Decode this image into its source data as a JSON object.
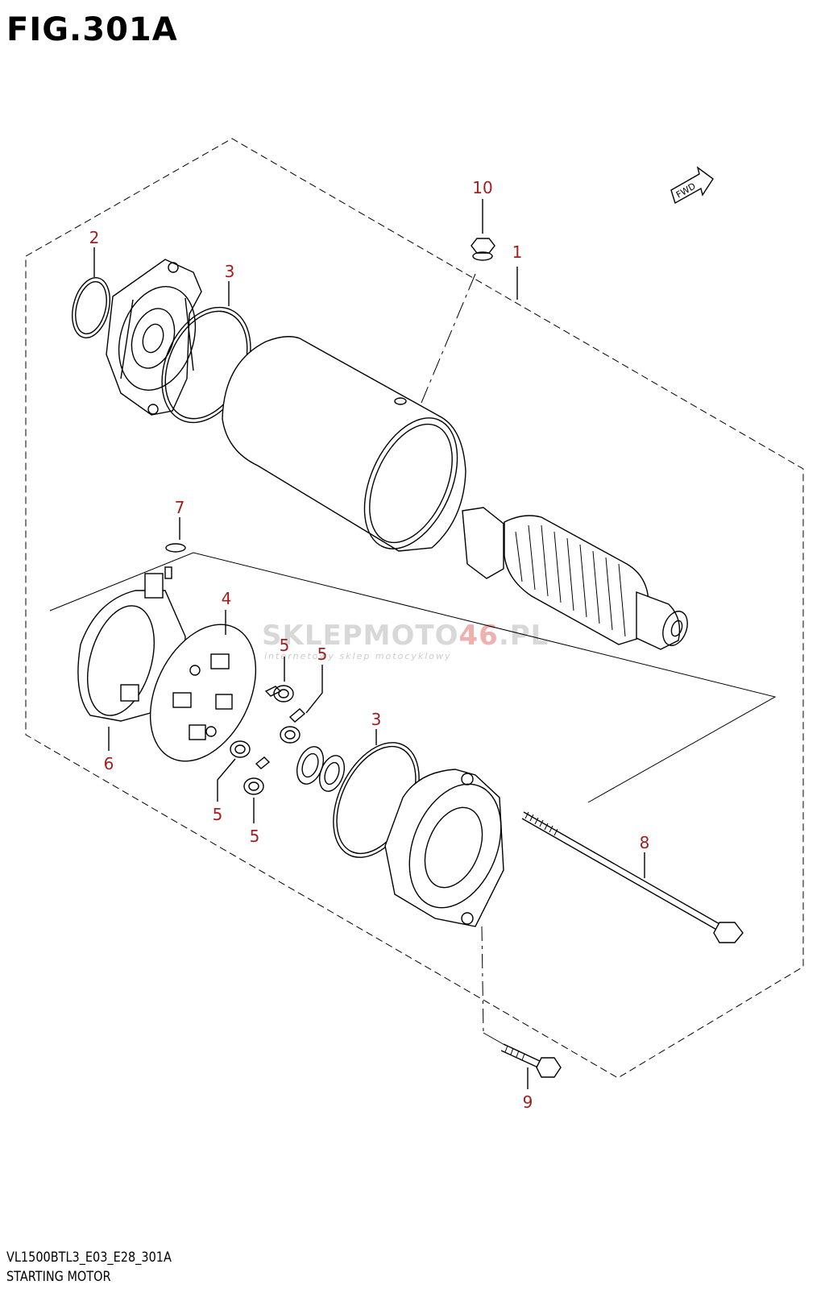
{
  "figure": {
    "title": "FIG.301A",
    "model_code": "VL1500BTL3_E03_E28_301A",
    "name": "STARTING MOTOR"
  },
  "direction_arrow": {
    "label": "FWD"
  },
  "watermark": {
    "brand_prefix": "SKLEPMOTO",
    "brand_highlight": "46",
    "brand_suffix": ".PL",
    "tagline": "internetowy sklep motocyklowy"
  },
  "callouts": {
    "c1": "1",
    "c2": "2",
    "c3a": "3",
    "c3b": "3",
    "c4": "4",
    "c5a": "5",
    "c5b": "5",
    "c5c": "5",
    "c5d": "5",
    "c6": "6",
    "c7": "7",
    "c8": "8",
    "c9": "9",
    "c10": "10"
  },
  "colors": {
    "callout": "#a01e1e",
    "line": "#000000",
    "watermark_gray": "#d8d8d8",
    "watermark_red": "#efb0b0"
  }
}
